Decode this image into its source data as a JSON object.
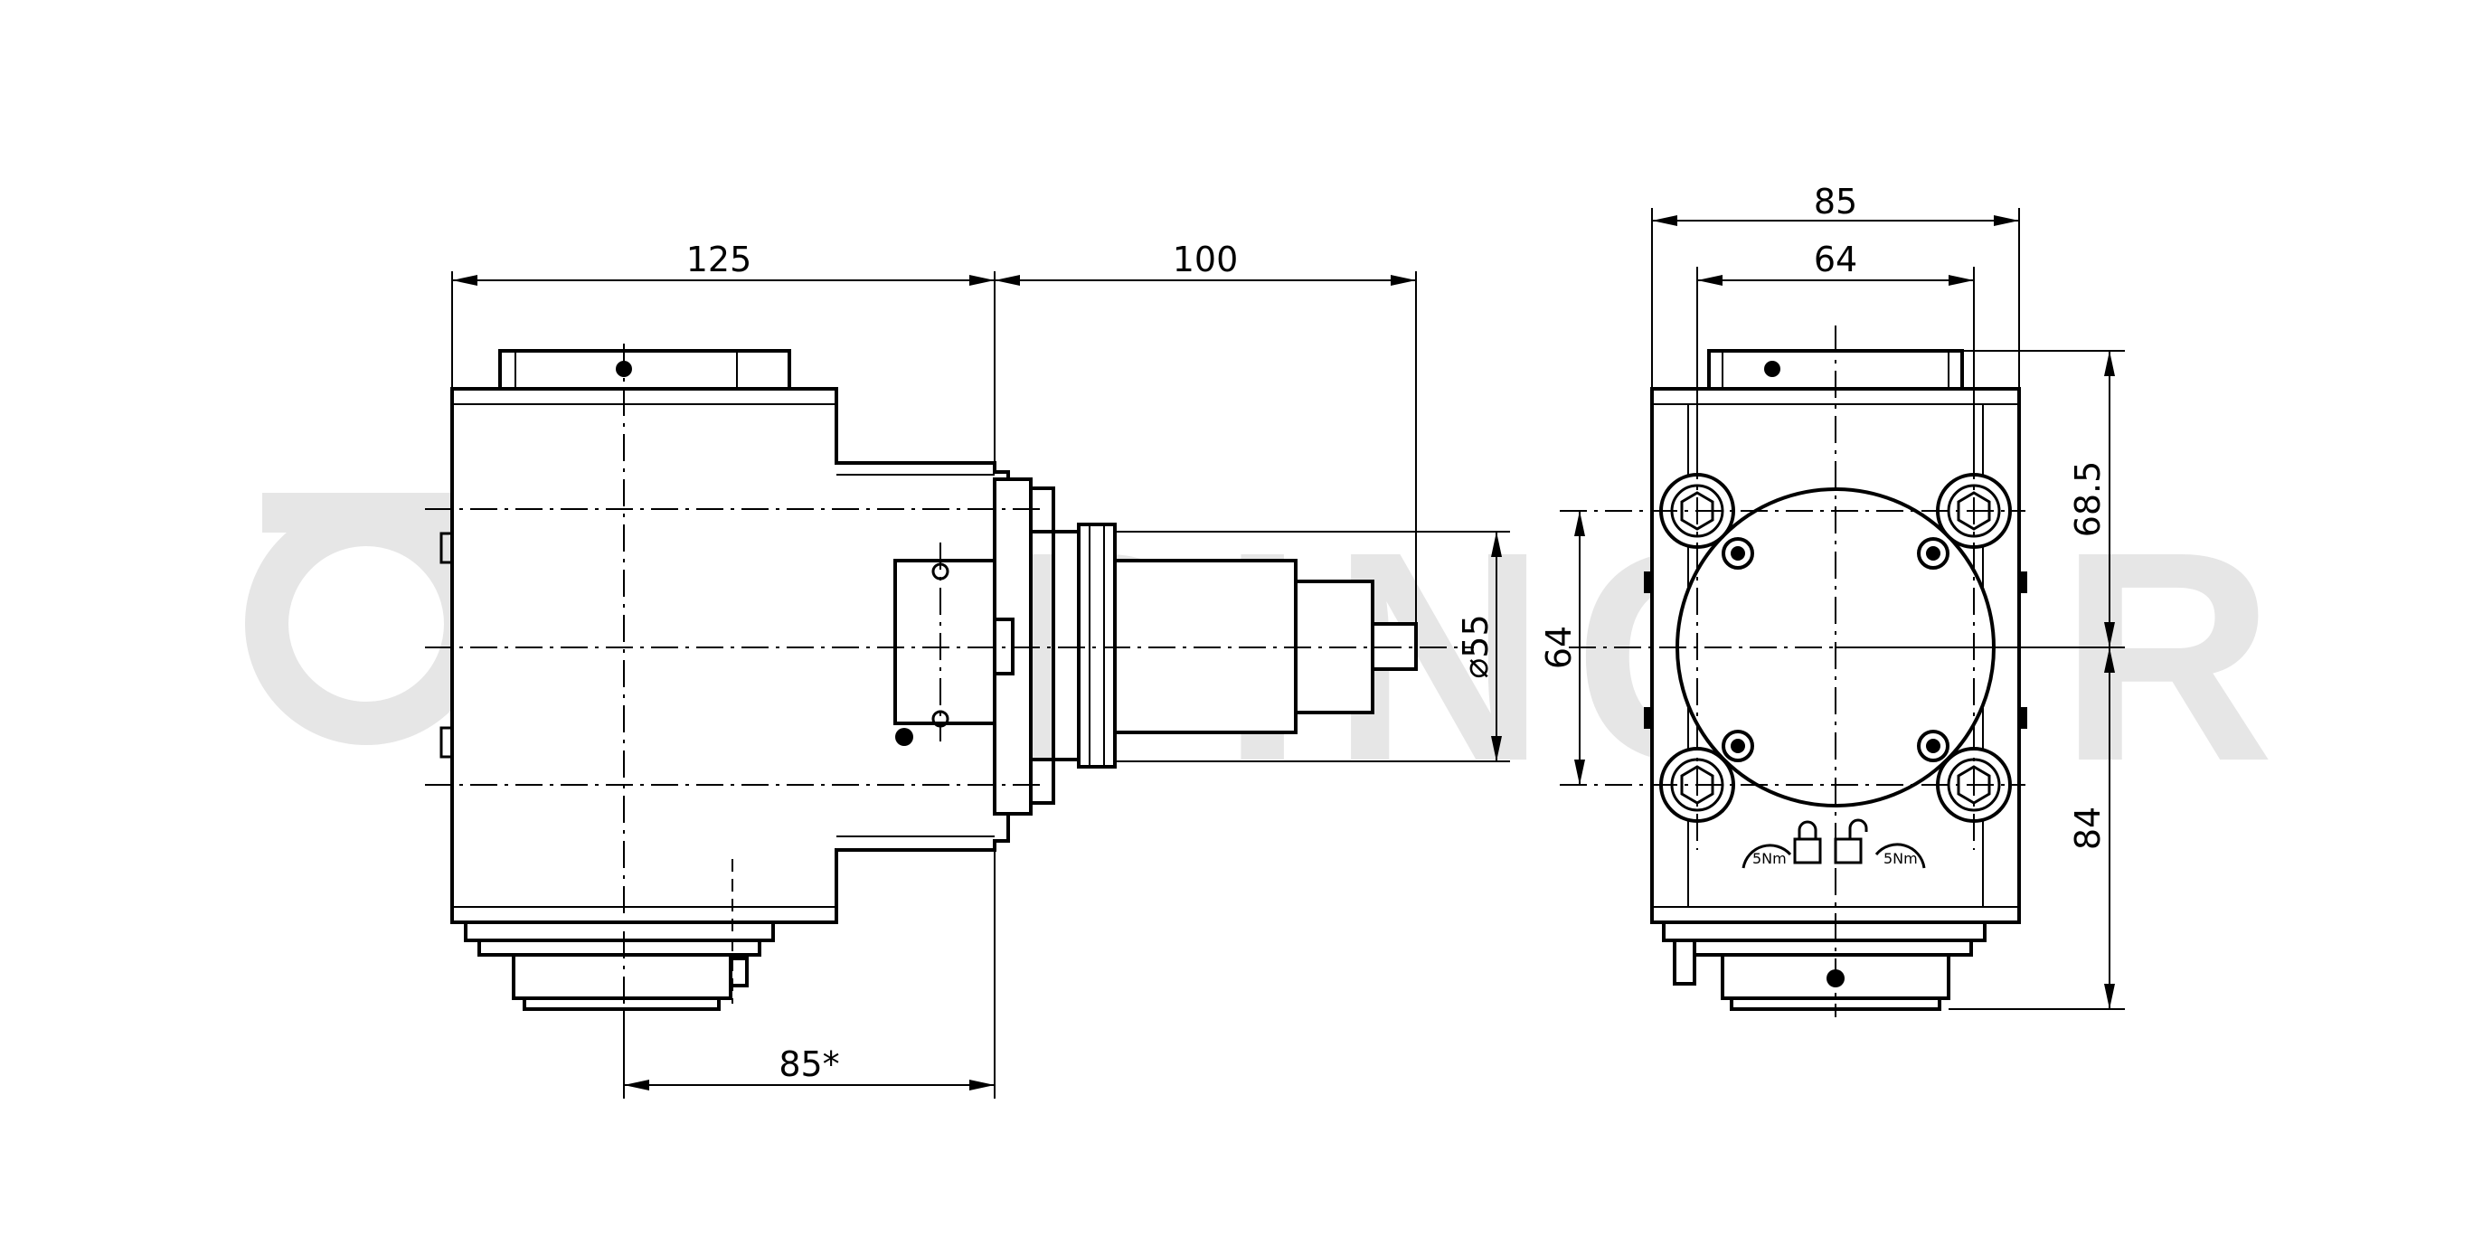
{
  "watermark": {
    "text": "EPPINGER",
    "color": "#e6e6e6"
  },
  "dimensions": {
    "side_width": "125",
    "side_spindle_length": "100",
    "side_bottom_offset": "85*",
    "side_spindle_diameter": "⌀55",
    "front_width": "85",
    "front_bolt_spacing": "64",
    "front_vertical_bolt_spacing": "64",
    "front_upper_height": "68.5",
    "front_lower_height": "84"
  },
  "torque_labels": {
    "left": "5Nm",
    "right": "5Nm"
  },
  "colors": {
    "line": "#000000",
    "background": "#ffffff"
  }
}
